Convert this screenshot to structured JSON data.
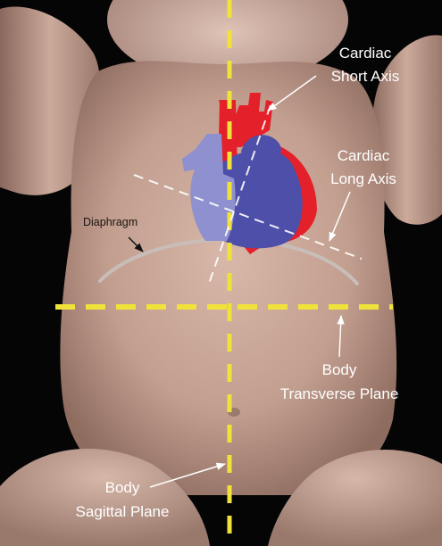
{
  "labels": {
    "cardiac_short_axis": [
      "Cardiac",
      "Short Axis"
    ],
    "cardiac_long_axis": [
      "Cardiac",
      "Long Axis"
    ],
    "diaphragm": "Diaphragm",
    "body_transverse_plane": [
      "Body",
      "Transverse Plane"
    ],
    "body_sagittal_plane": [
      "Body",
      "Sagittal Plane"
    ]
  },
  "colors": {
    "background": "#050505",
    "skin": "#c9a99a",
    "plane_lines": "#f0e23a",
    "axis_lines": "#ffffff",
    "heart_red": "#e4202a",
    "heart_blue": "#4d4fa8",
    "heart_light_blue": "#8e90cf",
    "diaphragm": "#c8bdb8"
  }
}
